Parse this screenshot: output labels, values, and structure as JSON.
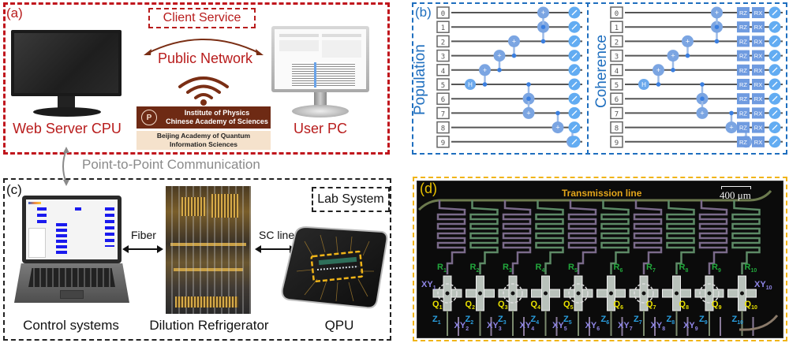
{
  "panel_a": {
    "label": "(a)",
    "client_service": "Client Service",
    "public_network": "Public Network",
    "web_server": "Web Server CPU",
    "user_pc": "User PC",
    "institute_line1": "Institute of Physics",
    "institute_line2": "Chinese Academy of Sciences",
    "baqis_line1": "Beijing Academy of Quantum",
    "baqis_line2": "Information Sciences",
    "icons": [
      "monitor-icon",
      "wifi-icon",
      "desktop-pc-icon",
      "institute-seal-icon",
      "curved-double-arrow-icon"
    ]
  },
  "link": {
    "point_to_point": "Point-to-Point Communication"
  },
  "panel_b": {
    "label": "(b)",
    "circuits": [
      {
        "title": "Population",
        "qubits": [
          "0",
          "1",
          "2",
          "3",
          "4",
          "5",
          "6",
          "7",
          "8",
          "9"
        ],
        "hadamard": "H",
        "final_gates": []
      },
      {
        "title": "Coherence",
        "qubits": [
          "0",
          "1",
          "2",
          "3",
          "4",
          "5",
          "6",
          "7",
          "8",
          "9"
        ],
        "hadamard": "H",
        "final_gates": [
          "RZ",
          "RX"
        ]
      }
    ],
    "cnot_chain": [
      {
        "control": 5,
        "target": 4
      },
      {
        "control": 4,
        "target": 3
      },
      {
        "control": 3,
        "target": 2
      },
      {
        "control": 5,
        "target": 6
      },
      {
        "control": 2,
        "target": 1
      },
      {
        "control": 6,
        "target": 7
      },
      {
        "control": 1,
        "target": 0
      },
      {
        "control": 7,
        "target": 8
      },
      {
        "control": 8,
        "target": 9
      }
    ]
  },
  "panel_c": {
    "label": "(c)",
    "lab_system": "Lab System",
    "fiber": "Fiber",
    "sc_line": "SC line",
    "control_systems": "Control systems",
    "dilution_refrigerator": "Dilution Refrigerator",
    "qpu": "QPU",
    "icons": [
      "laptop-icon",
      "refrigerator-photo",
      "qpu-chip-icon",
      "double-arrow-icon"
    ]
  },
  "panel_d": {
    "label": "(d)",
    "transmission_line": "Transmission line",
    "scale_bar": "400 μm",
    "qubits": [
      {
        "q": "Q",
        "i": "1",
        "r": "R",
        "z": "Z",
        "xy": "XY",
        "xy_side": "left"
      },
      {
        "q": "Q",
        "i": "2",
        "r": "R",
        "z": "Z",
        "xy": "XY",
        "xy_side": "bottom"
      },
      {
        "q": "Q",
        "i": "3",
        "r": "R",
        "z": "Z",
        "xy": "XY",
        "xy_side": "bottom"
      },
      {
        "q": "Q",
        "i": "4",
        "r": "R",
        "z": "Z",
        "xy": "XY",
        "xy_side": "bottom"
      },
      {
        "q": "Q",
        "i": "5",
        "r": "R",
        "z": "Z",
        "xy": "XY",
        "xy_side": "bottom"
      },
      {
        "q": "Q",
        "i": "6",
        "r": "R",
        "z": "Z",
        "xy": "XY",
        "xy_side": "bottom"
      },
      {
        "q": "Q",
        "i": "7",
        "r": "R",
        "z": "Z",
        "xy": "XY",
        "xy_side": "bottom"
      },
      {
        "q": "Q",
        "i": "8",
        "r": "R",
        "z": "Z",
        "xy": "XY",
        "xy_side": "bottom"
      },
      {
        "q": "Q",
        "i": "9",
        "r": "R",
        "z": "Z",
        "xy": "XY",
        "xy_side": "bottom"
      },
      {
        "q": "Q",
        "i": "10",
        "r": "R",
        "z": "Z",
        "xy": "XY",
        "xy_side": "right"
      }
    ],
    "colors": {
      "readout": "#22a83c",
      "qubit": "#e8e000",
      "z_line": "#2a9fe0",
      "xy_line": "#8f86e6",
      "title": "#e3a51a"
    }
  }
}
